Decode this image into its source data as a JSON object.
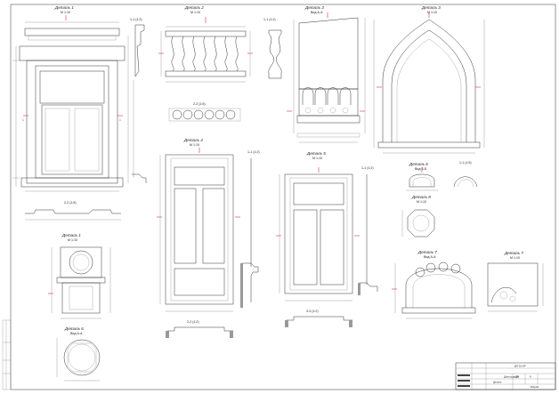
{
  "sheet": {
    "details": [
      {
        "title": "Деталь 1",
        "scale": "М 1:10"
      },
      {
        "title": "Деталь 2",
        "scale": "М 1:10"
      },
      {
        "title": "Деталь 3",
        "scale": "Вид А-А"
      },
      {
        "title": "Деталь 3",
        "scale": "М 1:10"
      },
      {
        "title": "Деталь 4",
        "scale": "М 1:10"
      },
      {
        "title": "Деталь 5",
        "scale": "М 1:10"
      },
      {
        "title": "Деталь 6",
        "scale": "Вид Б-Б"
      },
      {
        "title": "Деталь 7",
        "scale": "Вид А-А"
      },
      {
        "title": "Деталь 8",
        "scale": "М 1:10"
      },
      {
        "title": "Деталь 7",
        "scale": "М 1:10"
      }
    ],
    "sections": {
      "s1": "1-1 (1:2)",
      "s2": "2-2 (1:5)",
      "s3": "1-1 (1:2)",
      "s4": "2-2 (1:2)",
      "s5": "1-1 (1:2)",
      "s6": "2-2 (1:2)",
      "s7": "1-1 (1:2)",
      "s8": "3-3 (1:2)",
      "s9": "1-1 (1:5)",
      "s10": "2-2 (1:5)"
    },
    "marks": {
      "one": "1",
      "two": "2",
      "three": "3",
      "A": "А",
      "B": "Б"
    },
    "title_block": {
      "code": "ДП-01-АР",
      "row1": "Дом-усадьба",
      "row2": "Детали",
      "stage": "ДП",
      "sheet_no": "8",
      "org": "МАрхИ"
    }
  }
}
